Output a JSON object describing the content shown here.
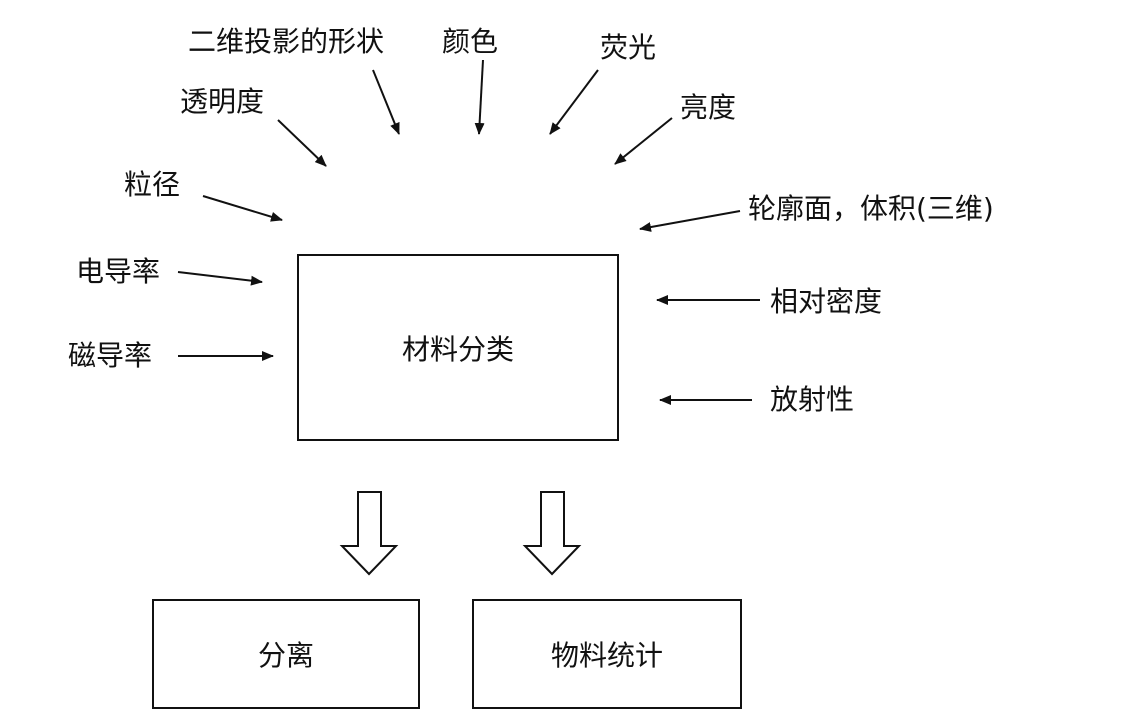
{
  "diagram": {
    "center_box": "材料分类",
    "factors": {
      "shape_2d": "二维投影的形状",
      "color": "颜色",
      "fluorescence": "荧光",
      "transparency": "透明度",
      "brightness": "亮度",
      "particle_size": "粒径",
      "contour_volume": "轮廓面，体积(三维)",
      "electrical_conductivity": "电导率",
      "relative_density": "相对密度",
      "magnetic_permeability": "磁导率",
      "radioactivity": "放射性"
    },
    "outputs": {
      "separation": "分离",
      "material_statistics": "物料统计"
    }
  }
}
